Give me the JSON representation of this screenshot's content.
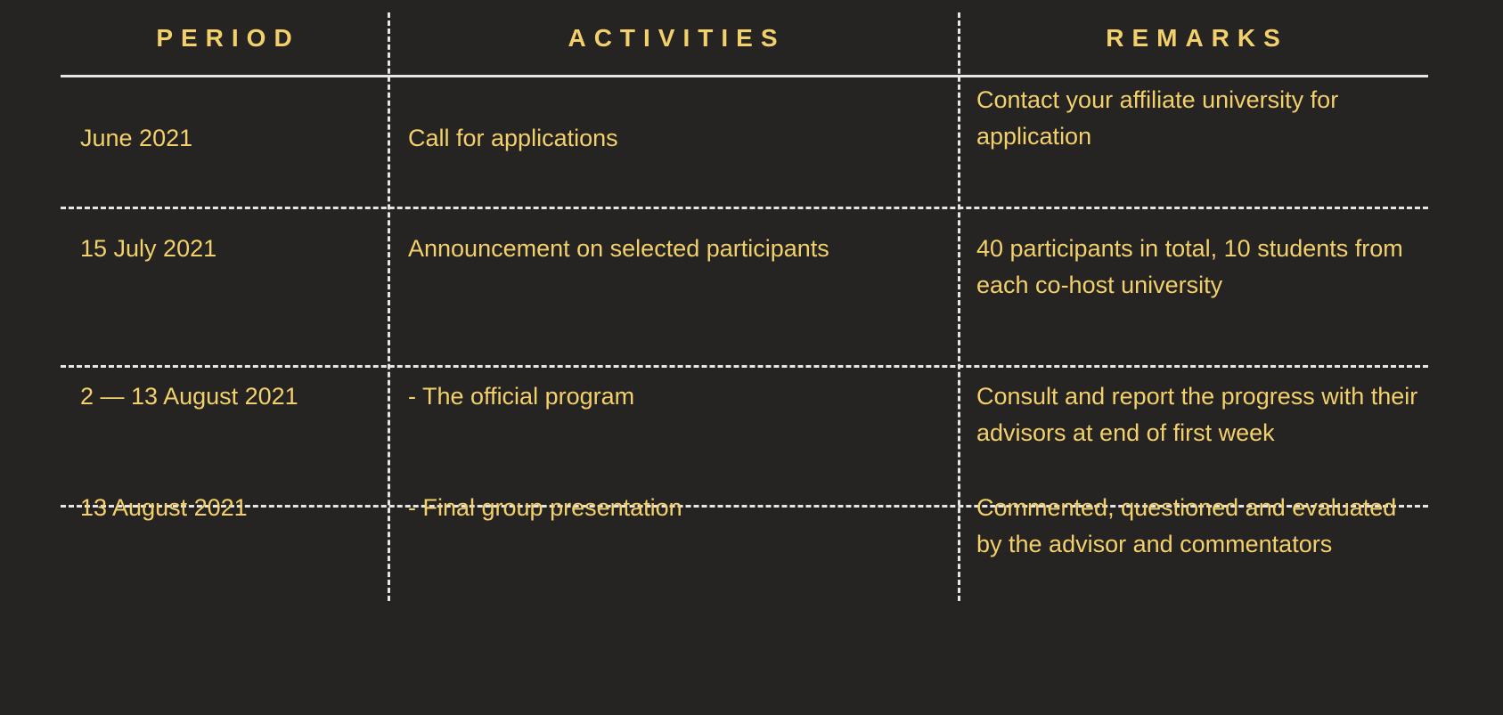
{
  "table": {
    "columns": [
      {
        "key": "period",
        "label": "PERIOD"
      },
      {
        "key": "activity",
        "label": "ACTIVITIES"
      },
      {
        "key": "remarks",
        "label": "REMARKS"
      }
    ],
    "rows": [
      {
        "period": "June 2021",
        "activity": "Call for applications",
        "remarks": "Contact your affiliate university for application"
      },
      {
        "period": "15 July 2021",
        "activity": "Announcement on selected participants",
        "remarks": "40 participants in total, 10 students from each co-host university"
      },
      {
        "period": "2 — 13 August 2021",
        "activity": "- The official program",
        "remarks": "Consult and report the progress with their advisors at end of first week"
      },
      {
        "period": "13 August 2021",
        "activity": "- Final group presentation",
        "remarks": "Commented, questioned and evaluated by the advisor and commentators"
      }
    ]
  },
  "theme": {
    "background": "#262422",
    "text_accent": "#f2d06b",
    "divider": "#e8e6e3"
  }
}
